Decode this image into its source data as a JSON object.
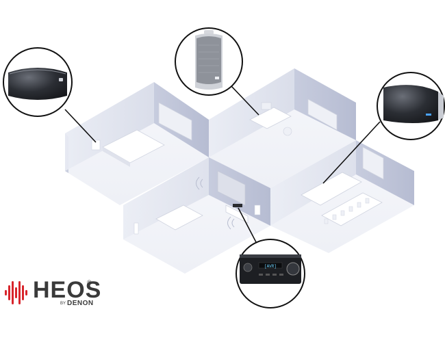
{
  "brand": {
    "name": "HEOS",
    "registered": "®",
    "by": "BY",
    "maker": "DENON",
    "accent_color": "#d8242b"
  },
  "devices": [
    {
      "name": "speaker-large-icon"
    },
    {
      "name": "speaker-portable-icon"
    },
    {
      "name": "speaker-medium-icon"
    },
    {
      "name": "av-receiver-icon"
    }
  ],
  "receiver_display": "[AVR]"
}
